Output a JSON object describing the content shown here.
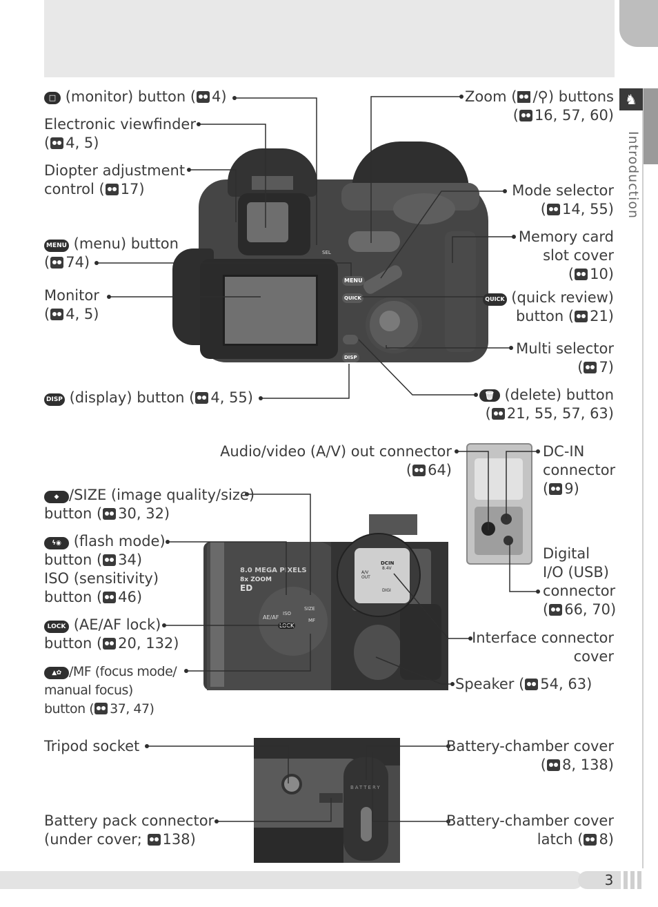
{
  "section": "Introduction",
  "page_number": "3",
  "icons": {
    "reference": "reference-eye-icon",
    "chapter": "rooster-icon"
  },
  "labels": {
    "monitor_btn": {
      "icon": "□",
      "text": "(monitor) button (",
      "ref": "4)"
    },
    "evf": {
      "line1": "Electronic viewfinder",
      "line2": "4, 5)"
    },
    "diopter": {
      "line1": "Diopter adjustment",
      "line2": "control (",
      "ref": "17)"
    },
    "menu_btn": {
      "icon": "MENU",
      "text": "(menu) button",
      "line2": "74)"
    },
    "monitor": {
      "line1": "Monitor",
      "line2": "4, 5)"
    },
    "disp_btn": {
      "icon": "DISP",
      "text": "(display) button (",
      "ref": "4, 55)"
    },
    "zoom": {
      "line1_a": "Zoom (",
      "line1_b": "/",
      "line1_c": ") buttons",
      "line2": "16, 57, 60)"
    },
    "mode": {
      "line1": "Mode selector",
      "line2": "14, 55)"
    },
    "memcard": {
      "line1": "Memory card",
      "line2": "slot cover",
      "line3": "10)"
    },
    "quick": {
      "icon": "QUICK",
      "line1": "(quick review)",
      "line2": "button (",
      "ref": "21)"
    },
    "multi": {
      "line1": "Multi selector",
      "line2": "7)"
    },
    "delete": {
      "line1": "(delete) button",
      "line2": "21, 55, 57, 63)"
    },
    "av": {
      "line1": "Audio/video (A/V) out connector",
      "line2": "64)"
    },
    "dcin": {
      "line1": "DC-IN",
      "line2": "connector",
      "line3": "9)"
    },
    "size": {
      "line1": "/SIZE (image quality/size)",
      "line2": "button (",
      "ref": "30, 32)"
    },
    "flash": {
      "line1": "(flash mode)",
      "line2": "button (",
      "ref2": "34)",
      "line3": "ISO (sensitivity)",
      "line4": "button (",
      "ref4": "46)"
    },
    "lock": {
      "icon": "LOCK",
      "line1": "(AE/AF lock)",
      "line2": "button (",
      "ref": "20, 132)"
    },
    "focus": {
      "line1": "/MF (focus mode/",
      "line2": "manual focus)",
      "line3": "button (",
      "ref": "37, 47)"
    },
    "digital": {
      "line1": "Digital",
      "line2": "I/O (USB)",
      "line3": "connector",
      "line4": "66, 70)"
    },
    "interface": {
      "line1": "Interface connector",
      "line2": "cover"
    },
    "speaker": {
      "line1": "Speaker (",
      "ref": "54, 63)"
    },
    "tripod": {
      "line1": "Tripod socket"
    },
    "batt_cover": {
      "line1": "Battery-chamber cover",
      "line2": "8, 138)"
    },
    "batt_pack": {
      "line1": "Battery pack connector",
      "line2": "(under cover;",
      "ref": "138)"
    },
    "batt_latch": {
      "line1": "Battery-chamber cover",
      "line2": "latch (",
      "ref": "8)"
    }
  },
  "camera_text": {
    "menu": "MENU",
    "quick": "QUICK",
    "disp": "DISP",
    "sel": "SEL",
    "megapixel": "8.0 MEGA PIXELS",
    "zoom": "8x ZOOM",
    "ed": "ED",
    "aeaf": "AE/AF",
    "lockbtn": "LOCK",
    "iso": "ISO",
    "sizebtn": "SIZE",
    "mf": "MF",
    "dcin": "DCIN",
    "volt": "8.4V",
    "avout": "A/V OUT",
    "digi": "DIGI",
    "battery": "BATTERY"
  }
}
